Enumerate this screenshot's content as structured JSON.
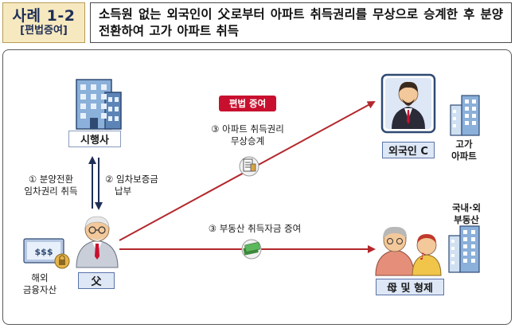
{
  "header": {
    "case_number": "사례 1-2",
    "case_type": "[편법증여]",
    "title": "소득원 없는 외국인이 父로부터 아파트 취득권리를 무상으로 승계한 후 분양전환하여 고가 아파트 취득"
  },
  "nodes": {
    "city_company": "시행사",
    "foreigner": "외국인 C",
    "father": "父",
    "mother_siblings": "母 및 형제",
    "overseas_assets": [
      "해외",
      "금융자산"
    ],
    "luxury_apt": [
      "고가",
      "아파트"
    ],
    "domestic_foreign_property": [
      "국내·외",
      "부동산"
    ]
  },
  "flows": {
    "step1": [
      "① 분양전환",
      "임차권리 취득"
    ],
    "step2": [
      "② 임차보증금",
      "납부"
    ],
    "step3_apt": [
      "③ 아파트 취득권리",
      "무상승계"
    ],
    "step3_funds": "③ 부동산 취득자금 증여",
    "badge": "편법 증여"
  },
  "colors": {
    "arrow_red": "#b3282d",
    "arrow_navy": "#1f2f57",
    "badge_red": "#c8102e",
    "case_tag_bg": "#f7e9bf"
  }
}
